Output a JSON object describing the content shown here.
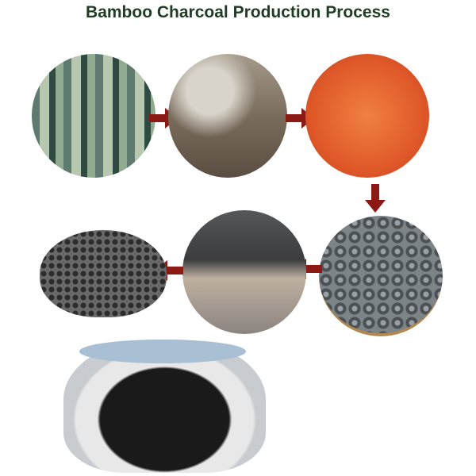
{
  "title": "Bamboo Charcoal Production Process",
  "steps": [
    {
      "icon": "bamboo-stalks-image"
    },
    {
      "icon": "kiln-smoke-image"
    },
    {
      "icon": "fire-burning-image"
    },
    {
      "icon": "charcoal-tubes-basket-image"
    },
    {
      "icon": "charcoal-processing-machine-image"
    },
    {
      "icon": "charcoal-granules-pile-image"
    },
    {
      "icon": "charcoal-bag-image"
    }
  ],
  "colors": {
    "title": "#1e3d22",
    "arrow": "#8b1a14"
  }
}
